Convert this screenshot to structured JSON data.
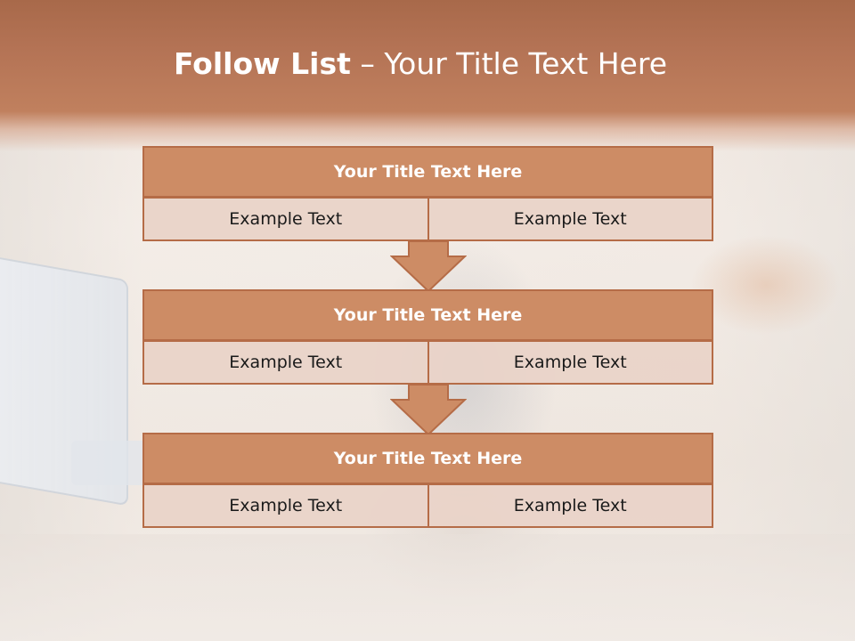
{
  "slide": {
    "title_bold": "Follow List",
    "title_rest": "– Your Title Text Here"
  },
  "blocks": [
    {
      "header": "Your Title Text Here",
      "cells": [
        "Example Text",
        "Example Text"
      ]
    },
    {
      "header": "Your Title Text Here",
      "cells": [
        "Example Text",
        "Example Text"
      ]
    },
    {
      "header": "Your Title Text Here",
      "cells": [
        "Example Text",
        "Example Text"
      ]
    }
  ],
  "colors": {
    "title_band": "#b47355",
    "header_fill": "#cd8c65",
    "border": "#b56c47",
    "cell_fill": "#e9d3c8",
    "arrow_fill": "#cd8c65"
  },
  "icons": [
    "down-arrow-icon",
    "down-arrow-icon"
  ]
}
